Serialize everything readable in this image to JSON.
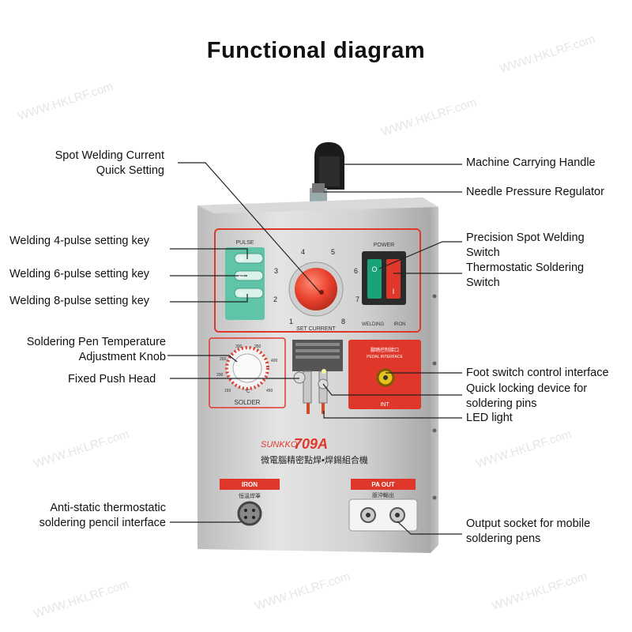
{
  "title": "Functional diagram",
  "watermark": "WWW.HKLRF.com",
  "device": {
    "brand": "SUNKKO",
    "model": "709A",
    "chinese_name": "微電腦精密點焊•焊錫組合機",
    "pulse_label": "PULSE",
    "pulse_keys": [
      "4P",
      "6P",
      "8P"
    ],
    "power_label": "POWER",
    "set_current_label": "SET CURRENT",
    "welding_label": "WELDING",
    "iron_switch_label": "IRON",
    "dial_numbers": [
      "1",
      "2",
      "3",
      "4",
      "5",
      "6",
      "7",
      "8"
    ],
    "solder_label": "SOLDER",
    "solder_scale": [
      "150",
      "200",
      "250",
      "300",
      "350",
      "400",
      "450"
    ],
    "celsius": "°C",
    "pedal_cn": "腳踏控制接口",
    "pedal_en": "PEDAL INTERFACE",
    "int_label": "INT",
    "iron_label": "IRON",
    "iron_cn": "恒溫焊筆",
    "pa_out_label": "PA    OUT",
    "pa_out_cn": "脈沖輸出"
  },
  "labels": {
    "spot_welding_current": [
      "Spot Welding Current",
      "Quick Setting"
    ],
    "pulse4": "Welding 4-pulse setting key",
    "pulse6": "Welding 6-pulse setting key",
    "pulse8": "Welding 8-pulse setting key",
    "soldering_temp": [
      "Soldering Pen Temperature",
      "Adjustment Knob"
    ],
    "fixed_push_head": "Fixed Push Head",
    "anti_static": [
      "Anti-static thermostatic",
      "soldering pencil interface"
    ],
    "carrying_handle": "Machine Carrying Handle",
    "needle_pressure": "Needle Pressure Regulator",
    "precision_switch": [
      "Precision Spot Welding",
      "Switch"
    ],
    "thermostatic_switch": [
      "Thermostatic Soldering",
      "Switch"
    ],
    "foot_switch": "Foot switch control interface",
    "quick_locking": [
      "Quick locking device for",
      "soldering pins"
    ],
    "led_light": "LED light",
    "output_socket": [
      "Output socket for mobile",
      "soldering pens"
    ]
  },
  "colors": {
    "panel": "#c9c9c9",
    "accent_red": "#e0372b",
    "pulse_green": "#5fc4a8",
    "power_green": "#1aa37a"
  }
}
